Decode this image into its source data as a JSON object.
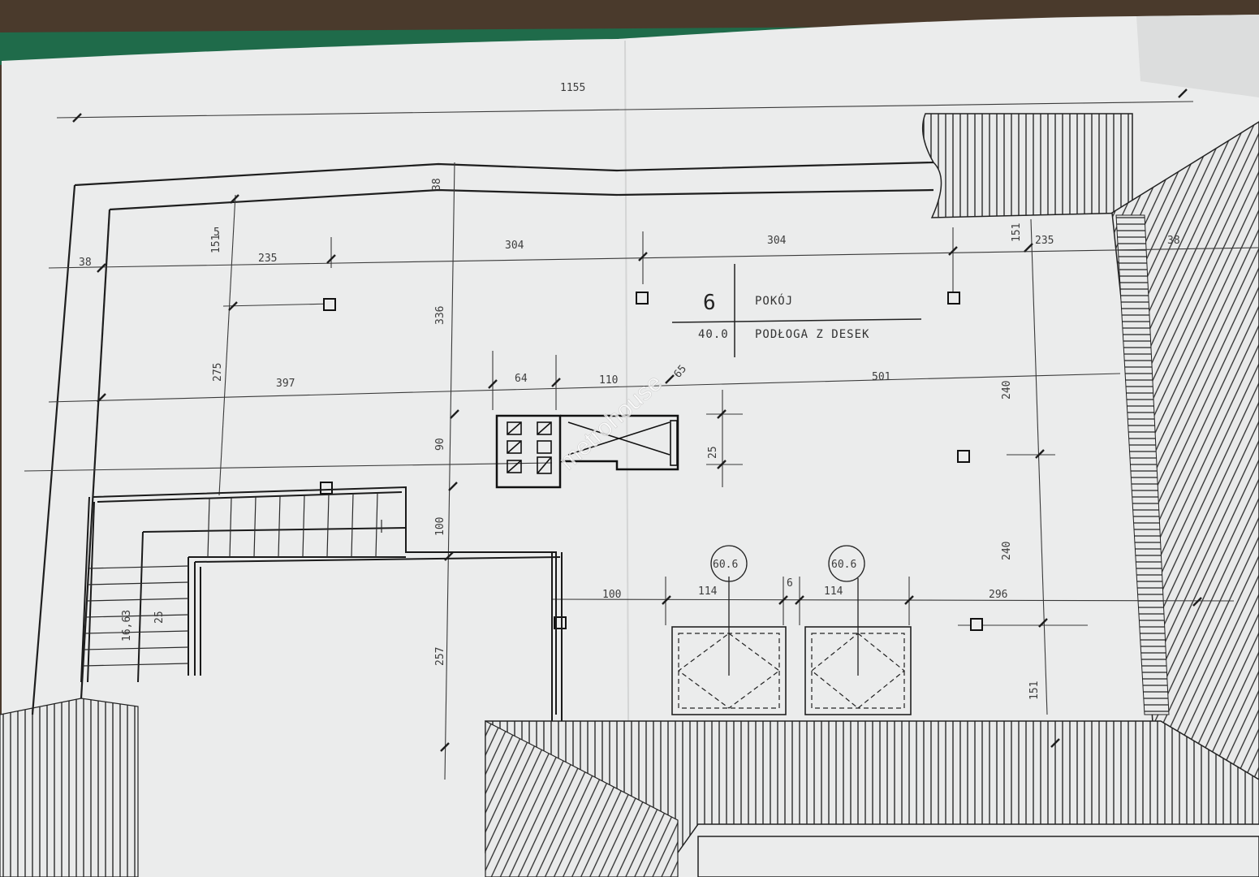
{
  "plan": {
    "overall_width": "1155",
    "room_number": "6",
    "room_name": "POKÓJ",
    "area": "40.0",
    "floor_note": "PODŁOGA  Z DESEK",
    "watermark": "metrohouse",
    "dims": {
      "wall_left": "38",
      "wall_top": "38",
      "wall_right": "38",
      "d235_left": "235",
      "d3045_a": "304",
      "d3045_b": "304",
      "d235_right": "235",
      "d151_left": "151",
      "d151_right": "151",
      "d3365": "336",
      "d275": "275",
      "d397": "397",
      "d64": "64",
      "d110": "110",
      "d65": "65",
      "d5015": "501",
      "d2405_top": "240",
      "d90": "90",
      "d25": "25",
      "d100_v": "100",
      "d2405_bottom": "240",
      "d2575": "257",
      "d100_h": "100",
      "d114_a": "114",
      "d6": "6",
      "d114_b": "114",
      "d296": "296",
      "d151_bottom": "151",
      "stair_a": "16,63",
      "stair_b": "25",
      "window_a": "60.6",
      "window_b": "60.6",
      "sup5": "5"
    }
  }
}
